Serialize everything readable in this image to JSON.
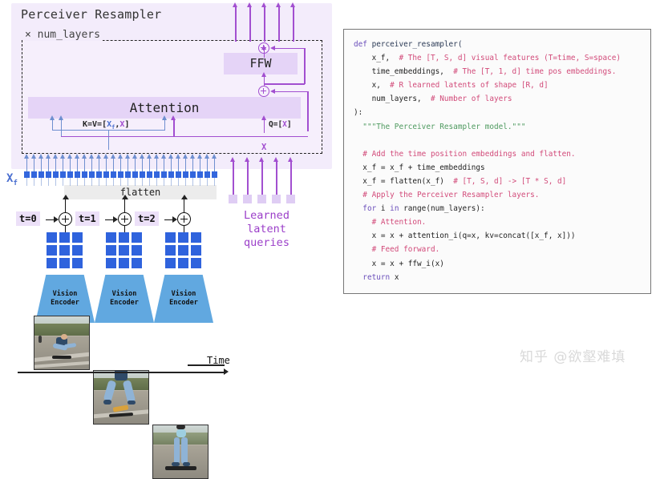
{
  "diagram": {
    "title": "Perceiver Resampler",
    "num_layers_label": "× num_layers",
    "attention_label": "Attention",
    "ffw_label": "FFW",
    "kv_label_prefix": "K=V=[",
    "kv_label_xf": "X",
    "kv_label_xf_sub": "f",
    "kv_label_mid": ",",
    "kv_label_x": "X",
    "kv_label_suffix": "]",
    "q_label_prefix": "Q=[",
    "q_label_x": "X",
    "q_label_suffix": "]",
    "x_residual_label": "X",
    "xf_label": "X",
    "xf_label_sub": "f",
    "flatten_label": "flatten",
    "learned_latent_queries": "Learned\nlatent\nqueries",
    "time_labels": [
      "t=0",
      "t=1",
      "t=2"
    ],
    "vision_encoder_label": "Vision\nEncoder",
    "time_axis_label": "Time",
    "xf_token_count": 27,
    "latent_query_count": 5,
    "top_output_arrow_count": 5,
    "colors": {
      "panel_bg": "#f3ecfb",
      "box_fill": "#e5d4f7",
      "purple": "#a24fd0",
      "blue_arrow": "#6f8fd0",
      "token_blue": "#3366dd",
      "patch_blue": "#2f63dd",
      "encoder_blue": "#61a8e0",
      "latent_lavender": "#dfcdf4",
      "flatten_gray": "#ececec",
      "latent_text": "#9b3fc9"
    }
  },
  "code": {
    "language": "python",
    "lines": [
      [
        [
          "c-kw",
          "def "
        ],
        [
          "c-fn",
          "perceiver_resampler("
        ]
      ],
      [
        [
          "c-pl",
          "    x_f,  "
        ],
        [
          "c-cm",
          "# The [T, S, d] visual features (T=time, S=space)"
        ]
      ],
      [
        [
          "c-pl",
          "    time_embeddings,  "
        ],
        [
          "c-cm",
          "# The [T, 1, d] time pos embeddings."
        ]
      ],
      [
        [
          "c-pl",
          "    x,  "
        ],
        [
          "c-cm",
          "# R learned latents of shape [R, d]"
        ]
      ],
      [
        [
          "c-pl",
          "    num_layers,  "
        ],
        [
          "c-cm",
          "# Number of layers"
        ]
      ],
      [
        [
          "c-pl",
          "):"
        ]
      ],
      [
        [
          "c-pl",
          "  "
        ],
        [
          "c-str",
          "\"\"\"The Perceiver Resampler model.\"\"\""
        ]
      ],
      [
        [
          "c-pl",
          ""
        ]
      ],
      [
        [
          "c-pl",
          "  "
        ],
        [
          "c-cm",
          "# Add the time position embeddings and flatten."
        ]
      ],
      [
        [
          "c-pl",
          "  x_f = x_f + time_embeddings"
        ]
      ],
      [
        [
          "c-pl",
          "  x_f = flatten(x_f)  "
        ],
        [
          "c-cm",
          "# [T, S, d] -> [T * S, d]"
        ]
      ],
      [
        [
          "c-pl",
          "  "
        ],
        [
          "c-cm",
          "# Apply the Perceiver Resampler layers."
        ]
      ],
      [
        [
          "c-pl",
          "  "
        ],
        [
          "c-kw",
          "for "
        ],
        [
          "c-pl",
          "i "
        ],
        [
          "c-kw",
          "in "
        ],
        [
          "c-pl",
          "range(num_layers):"
        ]
      ],
      [
        [
          "c-pl",
          "    "
        ],
        [
          "c-cm",
          "# Attention."
        ]
      ],
      [
        [
          "c-pl",
          "    x = x + attention_i(q=x, kv=concat([x_f, x]))"
        ]
      ],
      [
        [
          "c-pl",
          "    "
        ],
        [
          "c-cm",
          "# Feed forward."
        ]
      ],
      [
        [
          "c-pl",
          "    x = x + ffw_i(x)"
        ]
      ],
      [
        [
          "c-pl",
          "  "
        ],
        [
          "c-kw",
          "return "
        ],
        [
          "c-pl",
          "x"
        ]
      ]
    ]
  },
  "watermark": {
    "text": "知乎 @欲壑难填"
  }
}
